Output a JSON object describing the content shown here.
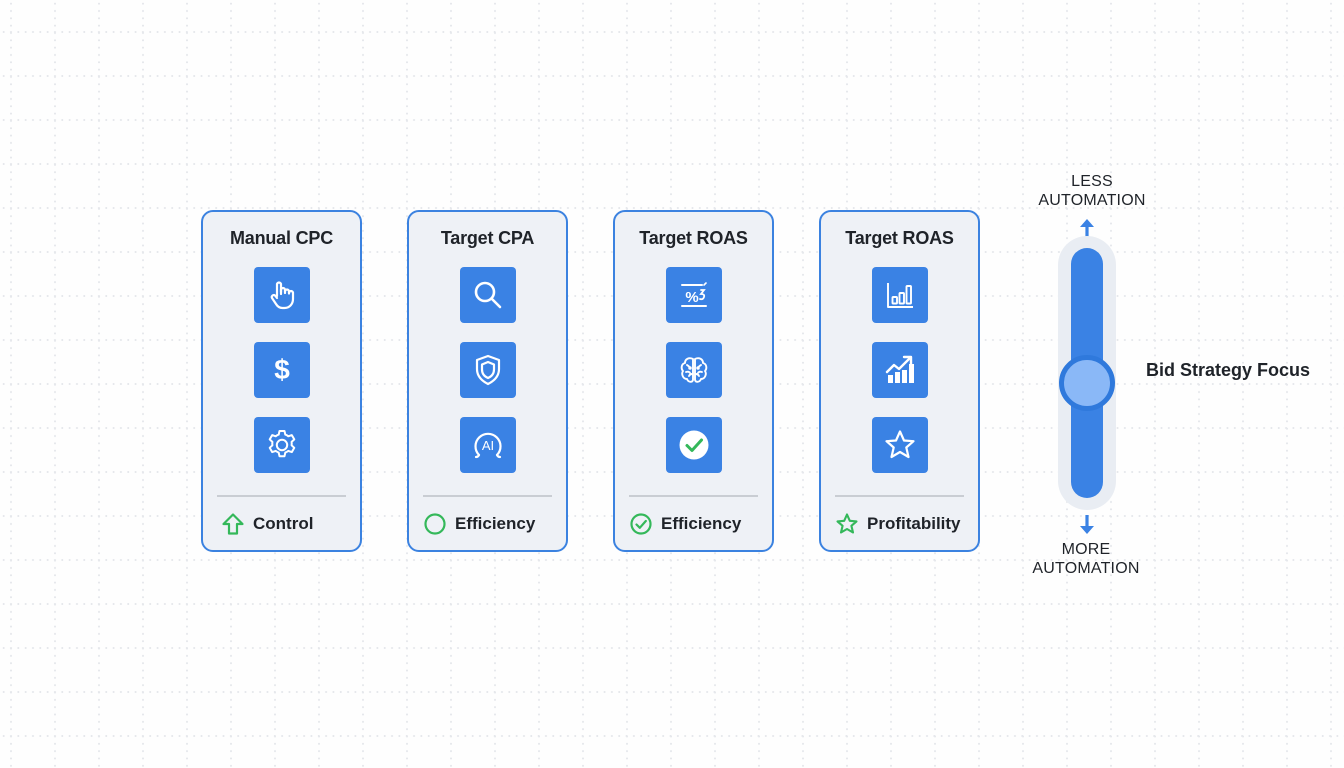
{
  "cards": [
    {
      "title": "Manual CPC",
      "icons": [
        "hand-pointer-icon",
        "dollar-icon",
        "gear-icon"
      ],
      "footer": {
        "icon": "arrow-up-outline-icon",
        "label": "Control"
      }
    },
    {
      "title": "Target CPA",
      "icons": [
        "search-icon",
        "shield-icon",
        "ai-icon"
      ],
      "footer": {
        "icon": "circle-outline-icon",
        "label": "Efficiency"
      }
    },
    {
      "title": "Target ROAS",
      "icons": [
        "percent-icon",
        "brain-icon",
        "check-circle-icon"
      ],
      "footer": {
        "icon": "check-circle-outline-icon",
        "label": "Efficiency"
      }
    },
    {
      "title": "Target ROAS",
      "icons": [
        "bar-chart-icon",
        "growth-chart-icon",
        "star-icon"
      ],
      "footer": {
        "icon": "star-outline-icon",
        "label": "Profitability"
      }
    }
  ],
  "slider": {
    "top_label_line1": "LESS",
    "top_label_line2": "AUTOMATION",
    "bottom_label_line1": "MORE",
    "bottom_label_line2": "AUTOMATION",
    "focus_label": "Bid Strategy Focus",
    "position_fraction_from_top": 0.54
  },
  "colors": {
    "accent_blue": "#3a82e4",
    "card_border": "#3b82e0",
    "card_bg": "#eef1f6",
    "status_green": "#34b85a",
    "text": "#1f2329"
  }
}
